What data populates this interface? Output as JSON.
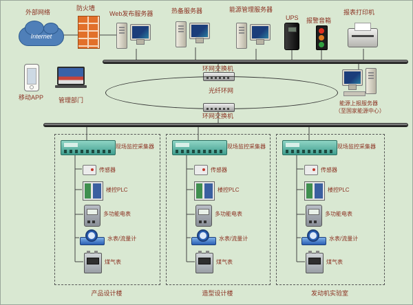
{
  "colors": {
    "background": "#d9e8d2",
    "label": "#8b3121",
    "line": "#444444",
    "collector_green": "#3f9e8f",
    "water_blue": "#2a5fb4",
    "firewall_orange": "#e2702a"
  },
  "internet_text": "Internet",
  "top_nodes": [
    {
      "label": "外部网络"
    },
    {
      "label": "防火墙"
    },
    {
      "label": "Web发布服务器"
    },
    {
      "label": "热备服务器"
    },
    {
      "label": "能源管理服务器"
    },
    {
      "label": "UPS"
    },
    {
      "label": "报警音箱"
    },
    {
      "label": "报表打印机"
    }
  ],
  "left_nodes": [
    {
      "label": "移动APP"
    },
    {
      "label": "管理部门"
    }
  ],
  "ring": {
    "top_switch_label": "环网交换机",
    "bottom_switch_label": "环网交换机",
    "name": "光纤环网"
  },
  "report_server": {
    "line1": "能源上报服务器",
    "line2": "（至国家能源中心）"
  },
  "buildings": [
    {
      "collector": "现场监控采集器",
      "devices": [
        "传感器",
        "楼控PLC",
        "多功能电表",
        "水表/流量计",
        "煤气表"
      ],
      "name": "产品设计楼"
    },
    {
      "collector": "现场监控采集器",
      "devices": [
        "传感器",
        "楼控PLC",
        "多功能电表",
        "水表/流量计",
        "煤气表"
      ],
      "name": "造型设计楼"
    },
    {
      "collector": "现场监控采集器",
      "devices": [
        "传感器",
        "楼控PLC",
        "多功能电表",
        "水表/流量计",
        "煤气表"
      ],
      "name": "发动机实验室"
    }
  ]
}
